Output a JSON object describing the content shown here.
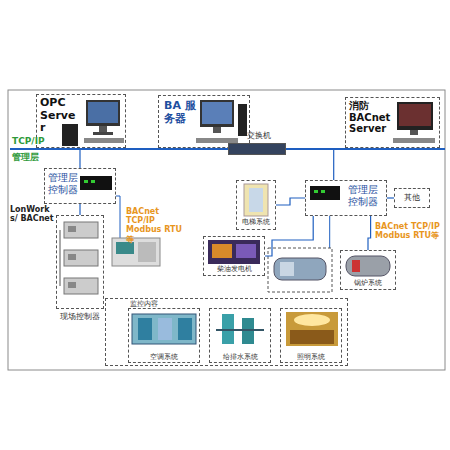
{
  "diagram": {
    "nodes": [
      {
        "text": [
          "OPC Server"
        ]
      },
      {
        "text": [
          "BA 服务器"
        ]
      },
      {
        "text": [
          "消防 BACnet Server"
        ]
      },
      {
        "text": [
          "交换机"
        ]
      },
      {
        "text": [
          "管理层 控制器"
        ]
      },
      {
        "text": [
          "现场控制器"
        ]
      },
      {
        "text": [
          "管理层 控制器"
        ]
      },
      {
        "text": [
          "其他"
        ]
      },
      {
        "text": [
          "电梯系统"
        ]
      },
      {
        "text": [
          "柴油发电机"
        ]
      },
      {
        "text": [
          "锅炉系统"
        ]
      },
      {
        "text": [
          "监控内容"
        ]
      },
      {
        "text": [
          "空调系统"
        ],
        "in": 11
      },
      {
        "text": [
          "给排水系统"
        ],
        "in": 11
      },
      {
        "text": [
          "照明系统"
        ],
        "in": 11
      }
    ],
    "edges": [
      {
        "from": 0,
        "to": 3,
        "arrow": "none"
      },
      {
        "from": 1,
        "to": 3,
        "arrow": "none"
      },
      {
        "from": 2,
        "to": 3,
        "arrow": "none"
      },
      {
        "from": 4,
        "to": 3,
        "arrow": "none"
      },
      {
        "from": 6,
        "to": 3,
        "arrow": "none"
      },
      {
        "from": 4,
        "to": 5,
        "arrow": "none"
      },
      {
        "from": 6,
        "to": 7,
        "arrow": "none"
      },
      {
        "from": 6,
        "to": 8,
        "arrow": "none"
      },
      {
        "from": 6,
        "to": 9,
        "arrow": "none"
      },
      {
        "from": 6,
        "to": 10,
        "arrow": "none"
      }
    ],
    "labels": [
      "TCP/IP",
      "管理层",
      "LonWorks/ BACnet",
      "BACnet TCP/IP Modbus RTU等",
      "BACnet TCP/IP Modbus RTU等"
    ]
  }
}
